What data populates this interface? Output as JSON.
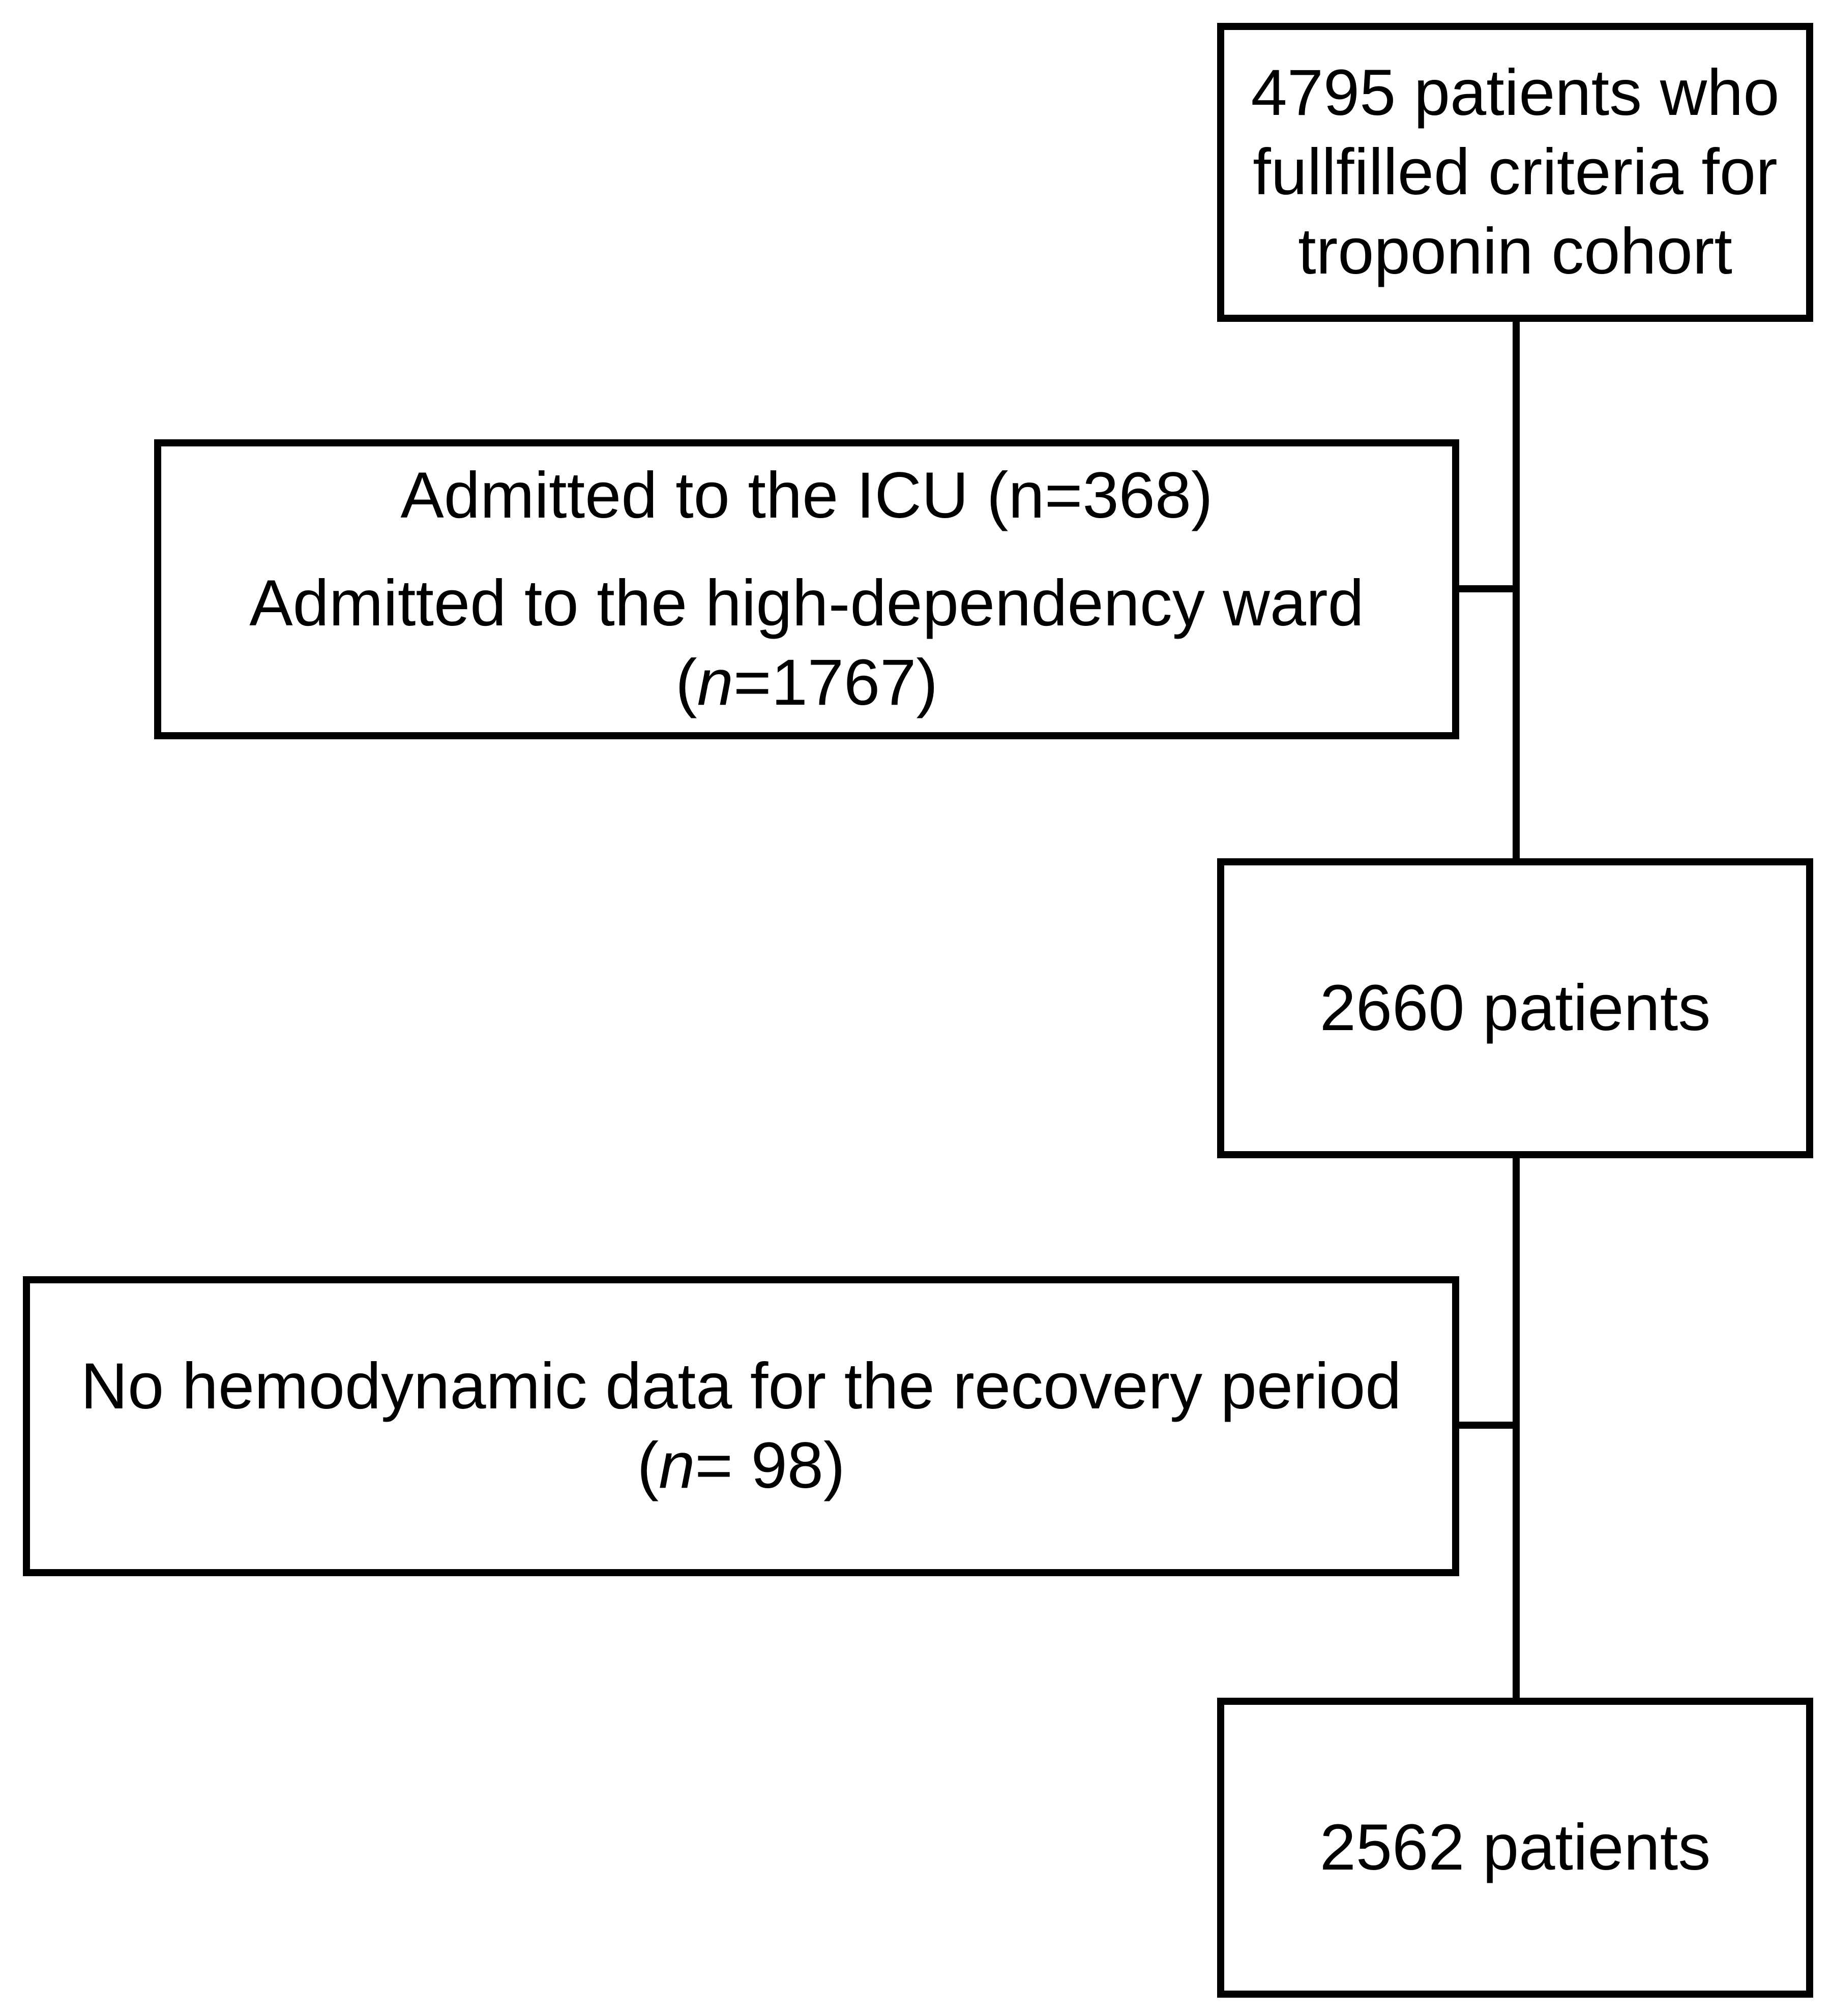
{
  "boxes": {
    "start": {
      "lines": [
        "4795 patients who",
        "fullfilled criteria for",
        "troponin cohort"
      ]
    },
    "exclusion1": {
      "line1": "Admitted to the ICU (n=368)",
      "line2": "Admitted to the high-dependency ward",
      "line3_open": "(",
      "line3_n": "n",
      "line3_rest": "=1767)"
    },
    "middle": {
      "label": "2660 patients"
    },
    "exclusion2": {
      "line1": "No hemodynamic data for the recovery period",
      "line2_open": "(",
      "line2_n": "n",
      "line2_rest": "= 98)"
    },
    "final": {
      "label": "2562 patients"
    }
  }
}
